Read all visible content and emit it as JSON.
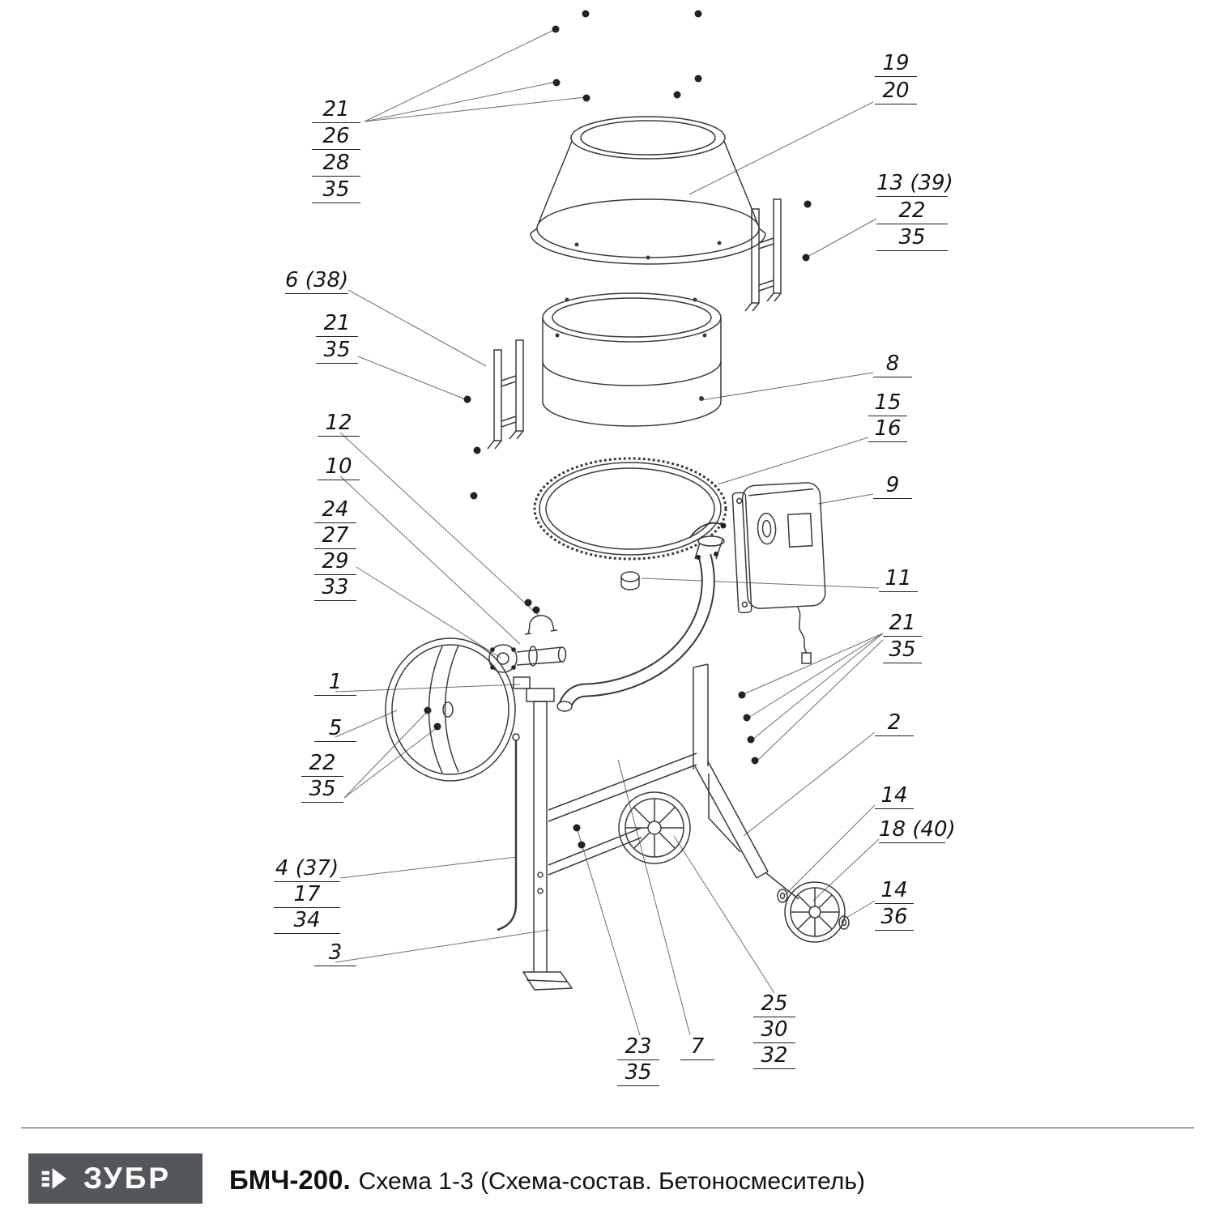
{
  "footer": {
    "brand": "ЗУБР",
    "model": "БМЧ-200.",
    "subtitle": "Схема 1-3 (Схема-состав. Бетоносмеситель)"
  },
  "callouts": [
    {
      "text": "21"
    },
    {
      "text": "26"
    },
    {
      "text": "28"
    },
    {
      "text": "35"
    },
    {
      "text": "19"
    },
    {
      "text": "20"
    },
    {
      "text": "13 (39)"
    },
    {
      "text": "22"
    },
    {
      "text": "35"
    },
    {
      "text": "6 (38)"
    },
    {
      "text": "21"
    },
    {
      "text": "35"
    },
    {
      "text": "12"
    },
    {
      "text": "10"
    },
    {
      "text": "24"
    },
    {
      "text": "27"
    },
    {
      "text": "29"
    },
    {
      "text": "33"
    },
    {
      "text": "8"
    },
    {
      "text": "15"
    },
    {
      "text": "16"
    },
    {
      "text": "9"
    },
    {
      "text": "11"
    },
    {
      "text": "21"
    },
    {
      "text": "35"
    },
    {
      "text": "1"
    },
    {
      "text": "5"
    },
    {
      "text": "22"
    },
    {
      "text": "35"
    },
    {
      "text": "2"
    },
    {
      "text": "14"
    },
    {
      "text": "18 (40)"
    },
    {
      "text": "14"
    },
    {
      "text": "36"
    },
    {
      "text": "4 (37)"
    },
    {
      "text": "17"
    },
    {
      "text": "34"
    },
    {
      "text": "3"
    },
    {
      "text": "23"
    },
    {
      "text": "35"
    },
    {
      "text": "7"
    },
    {
      "text": "25"
    },
    {
      "text": "30"
    },
    {
      "text": "32"
    }
  ]
}
